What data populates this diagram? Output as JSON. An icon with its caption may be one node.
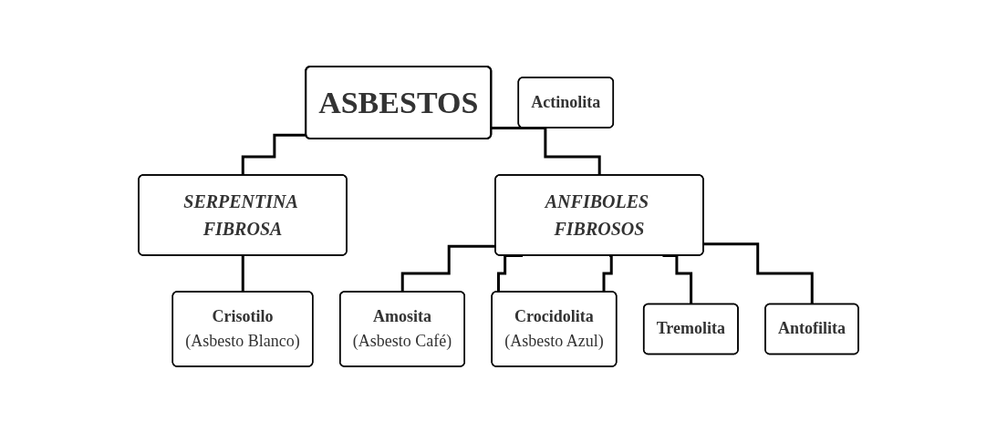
{
  "diagram": {
    "nodes": [
      {
        "text": [
          "ASBESTOS"
        ]
      },
      {
        "text": [
          "SERPENTINA FIBROSA"
        ]
      },
      {
        "text": [
          "ANFIBOLES FIBROSOS"
        ]
      },
      {
        "text": [
          "Crisotilo",
          "(Asbesto Blanco)"
        ]
      },
      {
        "text": [
          "Amosita",
          "(Asbesto Café)"
        ]
      },
      {
        "text": [
          "Crocidolita",
          "(Asbesto Azul)"
        ]
      },
      {
        "text": [
          "Tremolita"
        ]
      },
      {
        "text": [
          "Antofilita"
        ]
      },
      {
        "text": [
          "Actinolita"
        ]
      }
    ],
    "edges": [
      {
        "from": 0,
        "to": 1,
        "arrow": "none"
      },
      {
        "from": 0,
        "to": 2,
        "arrow": "none"
      },
      {
        "from": 1,
        "to": 3,
        "arrow": "none"
      },
      {
        "from": 2,
        "to": 4,
        "arrow": "none"
      },
      {
        "from": 2,
        "to": 5,
        "arrow": "none"
      },
      {
        "from": 2,
        "to": 5,
        "arrow": "none"
      },
      {
        "from": 2,
        "to": 6,
        "arrow": "none"
      },
      {
        "from": 2,
        "to": 7,
        "arrow": "none"
      }
    ]
  }
}
